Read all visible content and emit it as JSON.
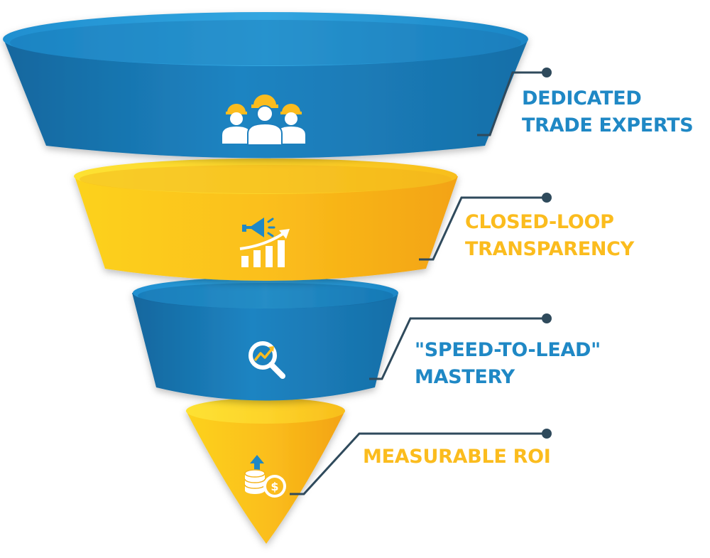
{
  "colors": {
    "blue": "#1f88c5",
    "blue_dark": "#1a6fa6",
    "yellow": "#fbbc1e",
    "yellow_dark": "#f2a512",
    "connector": "#2f4a5c",
    "icon": "#ffffff"
  },
  "stages": [
    {
      "label_lines": [
        "DEDICATED",
        "TRADE EXPERTS"
      ],
      "color": "#1f88c5",
      "icon": "construction-workers-icon"
    },
    {
      "label_lines": [
        "CLOSED-LOOP",
        "TRANSPARENCY"
      ],
      "color": "#fbbc1e",
      "icon": "megaphone-growth-chart-icon"
    },
    {
      "label_lines": [
        "\"SPEED-TO-LEAD\"",
        "MASTERY"
      ],
      "color": "#1f88c5",
      "icon": "magnifier-trend-icon"
    },
    {
      "label_lines": [
        "MEASURABLE ROI"
      ],
      "color": "#fbbc1e",
      "icon": "coins-dollar-up-icon"
    }
  ]
}
